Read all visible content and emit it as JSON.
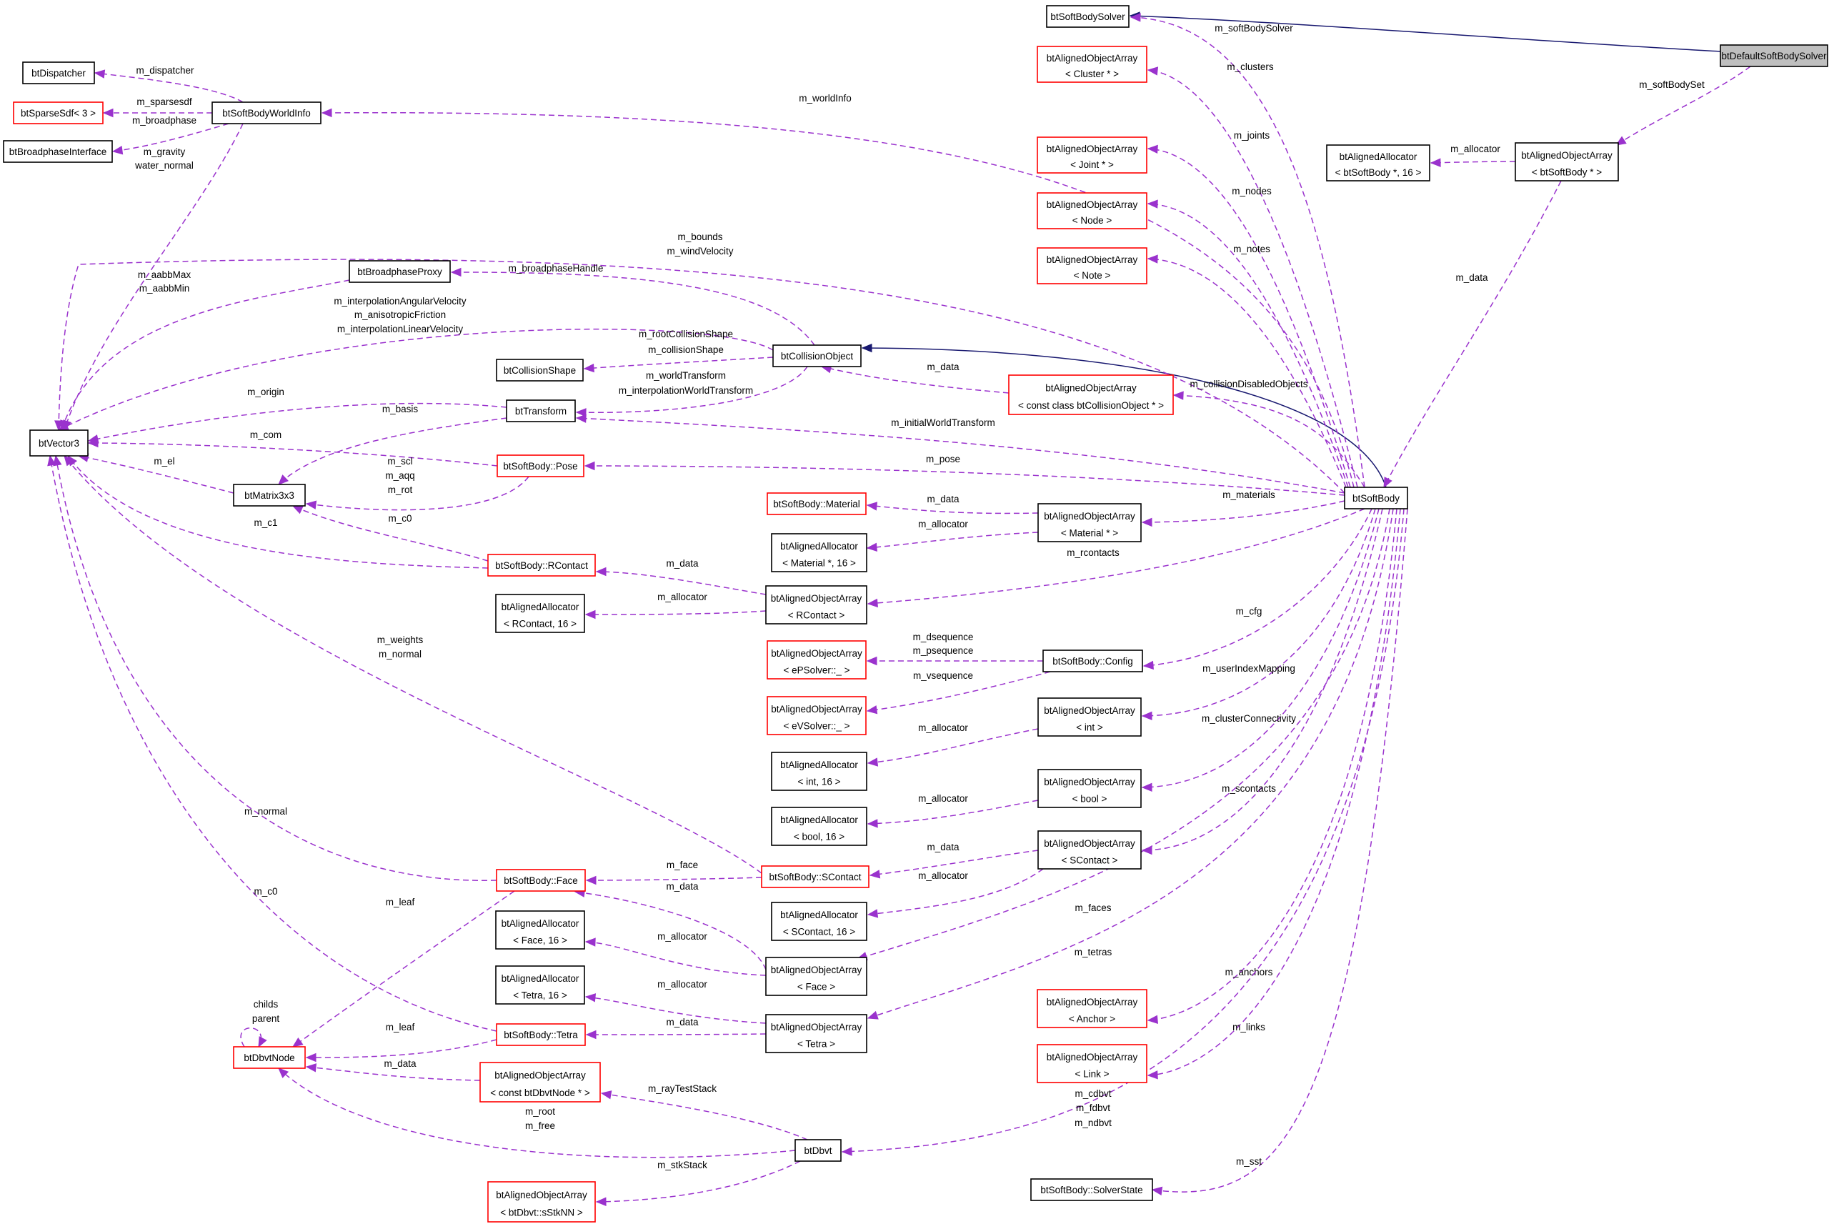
{
  "nodes": [
    {
      "id": "btSoftBodySolver",
      "lines": [
        "btSoftBodySolver"
      ],
      "style": "black"
    },
    {
      "id": "btDefaultSoftBodySolver",
      "lines": [
        "btDefaultSoftBodySolver"
      ],
      "style": "gray"
    },
    {
      "id": "aoaCluster",
      "lines": [
        "btAlignedObjectArray",
        "< Cluster * >"
      ],
      "style": "red"
    },
    {
      "id": "aoaJoint",
      "lines": [
        "btAlignedObjectArray",
        "< Joint * >"
      ],
      "style": "red"
    },
    {
      "id": "aoaNode",
      "lines": [
        "btAlignedObjectArray",
        "< Node >"
      ],
      "style": "red"
    },
    {
      "id": "aoaNote",
      "lines": [
        "btAlignedObjectArray",
        "< Note >"
      ],
      "style": "red"
    },
    {
      "id": "btDispatcher",
      "lines": [
        "btDispatcher"
      ],
      "style": "black"
    },
    {
      "id": "btSparseSdf",
      "lines": [
        "btSparseSdf< 3 >"
      ],
      "style": "red"
    },
    {
      "id": "btSoftBodyWorldInfo",
      "lines": [
        "btSoftBodyWorldInfo"
      ],
      "style": "black"
    },
    {
      "id": "btBroadphaseInterface",
      "lines": [
        "btBroadphaseInterface"
      ],
      "style": "black"
    },
    {
      "id": "alSoftBodyPtr",
      "lines": [
        "btAlignedAllocator",
        "< btSoftBody *, 16 >"
      ],
      "style": "black"
    },
    {
      "id": "aoaSoftBodyPtr",
      "lines": [
        "btAlignedObjectArray",
        "< btSoftBody * >"
      ],
      "style": "black"
    },
    {
      "id": "btBroadphaseProxy",
      "lines": [
        "btBroadphaseProxy"
      ],
      "style": "black"
    },
    {
      "id": "btCollisionShape",
      "lines": [
        "btCollisionShape"
      ],
      "style": "black"
    },
    {
      "id": "btCollisionObject",
      "lines": [
        "btCollisionObject"
      ],
      "style": "black"
    },
    {
      "id": "btVector3",
      "lines": [
        "btVector3"
      ],
      "style": "black"
    },
    {
      "id": "btTransform",
      "lines": [
        "btTransform"
      ],
      "style": "black"
    },
    {
      "id": "aoaConstCollObj",
      "lines": [
        "btAlignedObjectArray",
        "< const class btCollisionObject * >"
      ],
      "style": "red"
    },
    {
      "id": "btMatrix3x3",
      "lines": [
        "btMatrix3x3"
      ],
      "style": "black"
    },
    {
      "id": "sbPose",
      "lines": [
        "btSoftBody::Pose"
      ],
      "style": "red"
    },
    {
      "id": "btSoftBody",
      "lines": [
        "btSoftBody"
      ],
      "style": "black"
    },
    {
      "id": "sbMaterial",
      "lines": [
        "btSoftBody::Material"
      ],
      "style": "red"
    },
    {
      "id": "aoaMaterialPtr",
      "lines": [
        "btAlignedObjectArray",
        "< Material * >"
      ],
      "style": "black"
    },
    {
      "id": "alMaterialPtr",
      "lines": [
        "btAlignedAllocator",
        "< Material *, 16 >"
      ],
      "style": "black"
    },
    {
      "id": "sbRContact",
      "lines": [
        "btSoftBody::RContact"
      ],
      "style": "red"
    },
    {
      "id": "alRContact",
      "lines": [
        "btAlignedAllocator",
        "< RContact, 16 >"
      ],
      "style": "black"
    },
    {
      "id": "aoaRContact",
      "lines": [
        "btAlignedObjectArray",
        "< RContact >"
      ],
      "style": "black"
    },
    {
      "id": "aoaePSolver",
      "lines": [
        "btAlignedObjectArray",
        "< ePSolver::_ >"
      ],
      "style": "red"
    },
    {
      "id": "sbConfig",
      "lines": [
        "btSoftBody::Config"
      ],
      "style": "black"
    },
    {
      "id": "aoaeVSolver",
      "lines": [
        "btAlignedObjectArray",
        "< eVSolver::_ >"
      ],
      "style": "red"
    },
    {
      "id": "aoaInt",
      "lines": [
        "btAlignedObjectArray",
        "< int >"
      ],
      "style": "black"
    },
    {
      "id": "alInt",
      "lines": [
        "btAlignedAllocator",
        "< int, 16 >"
      ],
      "style": "black"
    },
    {
      "id": "aoaBool",
      "lines": [
        "btAlignedObjectArray",
        "< bool >"
      ],
      "style": "black"
    },
    {
      "id": "alBool",
      "lines": [
        "btAlignedAllocator",
        "< bool, 16 >"
      ],
      "style": "black"
    },
    {
      "id": "aoaSContact",
      "lines": [
        "btAlignedObjectArray",
        "< SContact >"
      ],
      "style": "black"
    },
    {
      "id": "sbFace",
      "lines": [
        "btSoftBody::Face"
      ],
      "style": "red"
    },
    {
      "id": "sbSContact",
      "lines": [
        "btSoftBody::SContact"
      ],
      "style": "red"
    },
    {
      "id": "alSContact",
      "lines": [
        "btAlignedAllocator",
        "< SContact, 16 >"
      ],
      "style": "black"
    },
    {
      "id": "alFace",
      "lines": [
        "btAlignedAllocator",
        "< Face, 16 >"
      ],
      "style": "black"
    },
    {
      "id": "aoaFace",
      "lines": [
        "btAlignedObjectArray",
        "< Face >"
      ],
      "style": "black"
    },
    {
      "id": "alTetra",
      "lines": [
        "btAlignedAllocator",
        "< Tetra, 16 >"
      ],
      "style": "black"
    },
    {
      "id": "aoaTetra",
      "lines": [
        "btAlignedObjectArray",
        "< Tetra >"
      ],
      "style": "black"
    },
    {
      "id": "aoaAnchor",
      "lines": [
        "btAlignedObjectArray",
        "< Anchor >"
      ],
      "style": "red"
    },
    {
      "id": "sbTetra",
      "lines": [
        "btSoftBody::Tetra"
      ],
      "style": "red"
    },
    {
      "id": "btDbvtNode",
      "lines": [
        "btDbvtNode"
      ],
      "style": "red"
    },
    {
      "id": "aoaConstDbvtNode",
      "lines": [
        "btAlignedObjectArray",
        "< const btDbvtNode * >"
      ],
      "style": "red"
    },
    {
      "id": "aoaLink",
      "lines": [
        "btAlignedObjectArray",
        "< Link >"
      ],
      "style": "red"
    },
    {
      "id": "btDbvt",
      "lines": [
        "btDbvt"
      ],
      "style": "black"
    },
    {
      "id": "aoasStkNN",
      "lines": [
        "btAlignedObjectArray",
        "< btDbvt::sStkNN >"
      ],
      "style": "red"
    },
    {
      "id": "sbSolverState",
      "lines": [
        "btSoftBody::SolverState"
      ],
      "style": "black"
    }
  ],
  "edges": [
    {
      "from": "btDefaultSoftBodySolver",
      "to": "btSoftBodySolver",
      "kind": "inherit",
      "labels": []
    },
    {
      "from": "btCollisionObject",
      "to": "btSoftBody",
      "kind": "inherit",
      "labels": []
    },
    {
      "from": "btSoftBody",
      "to": "btSoftBodySolver",
      "kind": "use",
      "labels": [
        "m_softBodySolver"
      ]
    },
    {
      "from": "btDefaultSoftBodySolver",
      "to": "aoaSoftBodyPtr",
      "kind": "use",
      "labels": [
        "m_softBodySet"
      ]
    },
    {
      "from": "btSoftBody",
      "to": "aoaCluster",
      "kind": "use",
      "labels": [
        "m_clusters"
      ]
    },
    {
      "from": "btSoftBodyWorldInfo",
      "to": "btDispatcher",
      "kind": "use",
      "labels": [
        "m_dispatcher"
      ]
    },
    {
      "from": "btSoftBodyWorldInfo",
      "to": "btSparseSdf",
      "kind": "use",
      "labels": [
        "m_sparsesdf"
      ]
    },
    {
      "from": "btSoftBodyWorldInfo",
      "to": "btBroadphaseInterface",
      "kind": "use",
      "labels": [
        "m_broadphase"
      ]
    },
    {
      "from": "btSoftBody",
      "to": "btSoftBodyWorldInfo",
      "kind": "use",
      "labels": [
        "m_worldInfo"
      ]
    },
    {
      "from": "btSoftBodyWorldInfo",
      "to": "btVector3",
      "kind": "use",
      "labels": [
        "m_gravity",
        "water_normal"
      ]
    },
    {
      "from": "btSoftBody",
      "to": "aoaJoint",
      "kind": "use",
      "labels": [
        "m_joints"
      ]
    },
    {
      "from": "aoaSoftBodyPtr",
      "to": "alSoftBodyPtr",
      "kind": "use",
      "labels": [
        "m_allocator"
      ]
    },
    {
      "from": "btSoftBody",
      "to": "aoaNode",
      "kind": "use",
      "labels": [
        "m_nodes"
      ]
    },
    {
      "from": "btSoftBody",
      "to": "aoaNote",
      "kind": "use",
      "labels": [
        "m_notes"
      ]
    },
    {
      "from": "aoaSoftBodyPtr",
      "to": "btSoftBody",
      "kind": "use",
      "labels": [
        "m_data"
      ]
    },
    {
      "from": "btSoftBody",
      "to": "btVector3",
      "kind": "use",
      "labels": [
        "m_bounds",
        "m_windVelocity"
      ]
    },
    {
      "from": "btBroadphaseProxy",
      "to": "btVector3",
      "kind": "use",
      "labels": [
        "m_aabbMax",
        "m_aabbMin"
      ]
    },
    {
      "from": "btCollisionObject",
      "to": "btBroadphaseProxy",
      "kind": "use",
      "labels": [
        "m_broadphaseHandle"
      ]
    },
    {
      "from": "btCollisionObject",
      "to": "btVector3",
      "kind": "use",
      "labels": [
        "m_interpolationAngularVelocity",
        "m_anisotropicFriction",
        "m_interpolationLinearVelocity"
      ]
    },
    {
      "from": "btCollisionObject",
      "to": "btCollisionShape",
      "kind": "use",
      "labels": [
        "m_rootCollisionShape",
        "m_collisionShape"
      ]
    },
    {
      "from": "btCollisionObject",
      "to": "btTransform",
      "kind": "use",
      "labels": [
        "m_worldTransform",
        "m_interpolationWorldTransform"
      ]
    },
    {
      "from": "aoaConstCollObj",
      "to": "btCollisionObject",
      "kind": "use",
      "labels": [
        "m_data"
      ]
    },
    {
      "from": "btSoftBody",
      "to": "aoaConstCollObj",
      "kind": "use",
      "labels": [
        "m_collisionDisabledObjects"
      ]
    },
    {
      "from": "btTransform",
      "to": "btVector3",
      "kind": "use",
      "labels": [
        "m_origin"
      ]
    },
    {
      "from": "btTransform",
      "to": "btMatrix3x3",
      "kind": "use",
      "labels": [
        "m_basis"
      ]
    },
    {
      "from": "btSoftBody",
      "to": "btTransform",
      "kind": "use",
      "labels": [
        "m_initialWorldTransform"
      ]
    },
    {
      "from": "sbPose",
      "to": "btVector3",
      "kind": "use",
      "labels": [
        "m_com"
      ]
    },
    {
      "from": "btMatrix3x3",
      "to": "btVector3",
      "kind": "use",
      "labels": [
        "m_el"
      ]
    },
    {
      "from": "sbPose",
      "to": "btMatrix3x3",
      "kind": "use",
      "labels": [
        "m_scl",
        "m_aqq",
        "m_rot"
      ]
    },
    {
      "from": "btSoftBody",
      "to": "sbPose",
      "kind": "use",
      "labels": [
        "m_pose"
      ]
    },
    {
      "from": "sbRContact",
      "to": "btMatrix3x3",
      "kind": "use",
      "labels": [
        "m_c0"
      ]
    },
    {
      "from": "sbRContact",
      "to": "btVector3",
      "kind": "use",
      "labels": [
        "m_c1"
      ]
    },
    {
      "from": "aoaMaterialPtr",
      "to": "sbMaterial",
      "kind": "use",
      "labels": [
        "m_data"
      ]
    },
    {
      "from": "aoaMaterialPtr",
      "to": "alMaterialPtr",
      "kind": "use",
      "labels": [
        "m_allocator"
      ]
    },
    {
      "from": "btSoftBody",
      "to": "aoaMaterialPtr",
      "kind": "use",
      "labels": [
        "m_materials"
      ]
    },
    {
      "from": "btSoftBody",
      "to": "aoaRContact",
      "kind": "use",
      "labels": [
        "m_rcontacts"
      ]
    },
    {
      "from": "aoaRContact",
      "to": "sbRContact",
      "kind": "use",
      "labels": [
        "m_data"
      ]
    },
    {
      "from": "aoaRContact",
      "to": "alRContact",
      "kind": "use",
      "labels": [
        "m_allocator"
      ]
    },
    {
      "from": "btSoftBody",
      "to": "sbConfig",
      "kind": "use",
      "labels": [
        "m_cfg"
      ]
    },
    {
      "from": "sbConfig",
      "to": "aoaePSolver",
      "kind": "use",
      "labels": [
        "m_dsequence",
        "m_psequence"
      ]
    },
    {
      "from": "sbConfig",
      "to": "aoaeVSolver",
      "kind": "use",
      "labels": [
        "m_vsequence"
      ]
    },
    {
      "from": "btSoftBody",
      "to": "aoaInt",
      "kind": "use",
      "labels": [
        "m_userIndexMapping"
      ]
    },
    {
      "from": "aoaInt",
      "to": "alInt",
      "kind": "use",
      "labels": [
        "m_allocator"
      ]
    },
    {
      "from": "btSoftBody",
      "to": "aoaBool",
      "kind": "use",
      "labels": [
        "m_clusterConnectivity"
      ]
    },
    {
      "from": "aoaBool",
      "to": "alBool",
      "kind": "use",
      "labels": [
        "m_allocator"
      ]
    },
    {
      "from": "btSoftBody",
      "to": "aoaSContact",
      "kind": "use",
      "labels": [
        "m_scontacts"
      ]
    },
    {
      "from": "aoaSContact",
      "to": "sbSContact",
      "kind": "use",
      "labels": [
        "m_data"
      ]
    },
    {
      "from": "aoaSContact",
      "to": "alSContact",
      "kind": "use",
      "labels": [
        "m_allocator"
      ]
    },
    {
      "from": "sbSContact",
      "to": "btVector3",
      "kind": "use",
      "labels": [
        "m_weights",
        "m_normal"
      ]
    },
    {
      "from": "sbSContact",
      "to": "sbFace",
      "kind": "use",
      "labels": [
        "m_face"
      ]
    },
    {
      "from": "sbFace",
      "to": "btVector3",
      "kind": "use",
      "labels": [
        "m_normal"
      ]
    },
    {
      "from": "sbFace",
      "to": "btDbvtNode",
      "kind": "use",
      "labels": [
        "m_leaf"
      ]
    },
    {
      "from": "btSoftBody",
      "to": "aoaFace",
      "kind": "use",
      "labels": [
        "m_faces"
      ]
    },
    {
      "from": "aoaFace",
      "to": "sbFace",
      "kind": "use",
      "labels": [
        "m_data"
      ]
    },
    {
      "from": "aoaFace",
      "to": "alFace",
      "kind": "use",
      "labels": [
        "m_allocator"
      ]
    },
    {
      "from": "btSoftBody",
      "to": "aoaTetra",
      "kind": "use",
      "labels": [
        "m_tetras"
      ]
    },
    {
      "from": "aoaTetra",
      "to": "alTetra",
      "kind": "use",
      "labels": [
        "m_allocator"
      ]
    },
    {
      "from": "aoaTetra",
      "to": "sbTetra",
      "kind": "use",
      "labels": [
        "m_data"
      ]
    },
    {
      "from": "sbTetra",
      "to": "btVector3",
      "kind": "use",
      "labels": [
        "m_c0"
      ]
    },
    {
      "from": "sbTetra",
      "to": "btDbvtNode",
      "kind": "use",
      "labels": [
        "m_leaf"
      ]
    },
    {
      "from": "btSoftBody",
      "to": "aoaAnchor",
      "kind": "use",
      "labels": [
        "m_anchors"
      ]
    },
    {
      "from": "btDbvtNode",
      "to": "btDbvtNode",
      "kind": "use",
      "labels": [
        "childs",
        "parent"
      ]
    },
    {
      "from": "aoaConstDbvtNode",
      "to": "btDbvtNode",
      "kind": "use",
      "labels": [
        "m_data"
      ]
    },
    {
      "from": "btSoftBody",
      "to": "aoaLink",
      "kind": "use",
      "labels": [
        "m_links"
      ]
    },
    {
      "from": "btDbvt",
      "to": "aoaConstDbvtNode",
      "kind": "use",
      "labels": [
        "m_rayTestStack"
      ]
    },
    {
      "from": "btDbvt",
      "to": "btDbvtNode",
      "kind": "use",
      "labels": [
        "m_root",
        "m_free"
      ]
    },
    {
      "from": "btSoftBody",
      "to": "btDbvt",
      "kind": "use",
      "labels": [
        "m_cdbvt",
        "m_fdbvt",
        "m_ndbvt"
      ]
    },
    {
      "from": "btDbvt",
      "to": "aoasStkNN",
      "kind": "use",
      "labels": [
        "m_stkStack"
      ]
    },
    {
      "from": "btSoftBody",
      "to": "sbSolverState",
      "kind": "use",
      "labels": [
        "m_sst"
      ]
    }
  ]
}
